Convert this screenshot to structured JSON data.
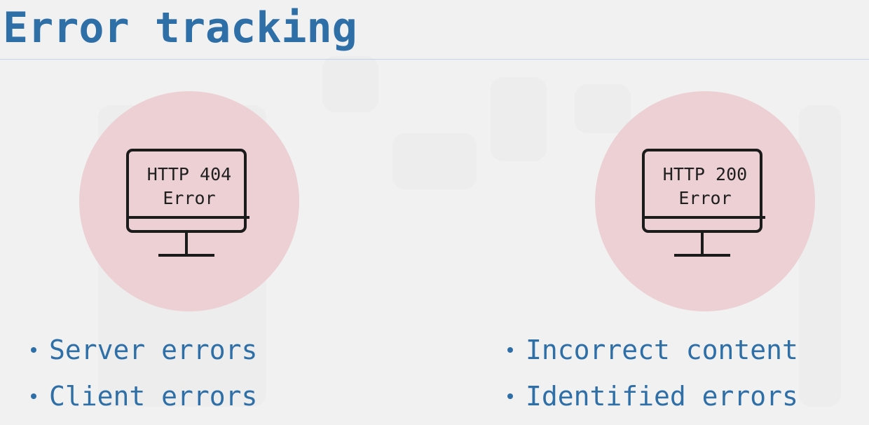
{
  "slide": {
    "title": "Error tracking"
  },
  "panels": [
    {
      "id": "left",
      "monitor": {
        "line1": "HTTP 404",
        "line2": "Error",
        "icon": "monitor-icon"
      },
      "bullets": [
        "Server errors",
        "Client errors"
      ]
    },
    {
      "id": "right",
      "monitor": {
        "line1": "HTTP 200",
        "line2": "Error",
        "icon": "monitor-icon"
      },
      "bullets": [
        "Incorrect content",
        "Identified errors"
      ]
    }
  ],
  "colors": {
    "title": "#2f6fa8",
    "circle": "#ecd0d3",
    "background": "#f1f1f1",
    "outline": "#1b1b1b"
  }
}
